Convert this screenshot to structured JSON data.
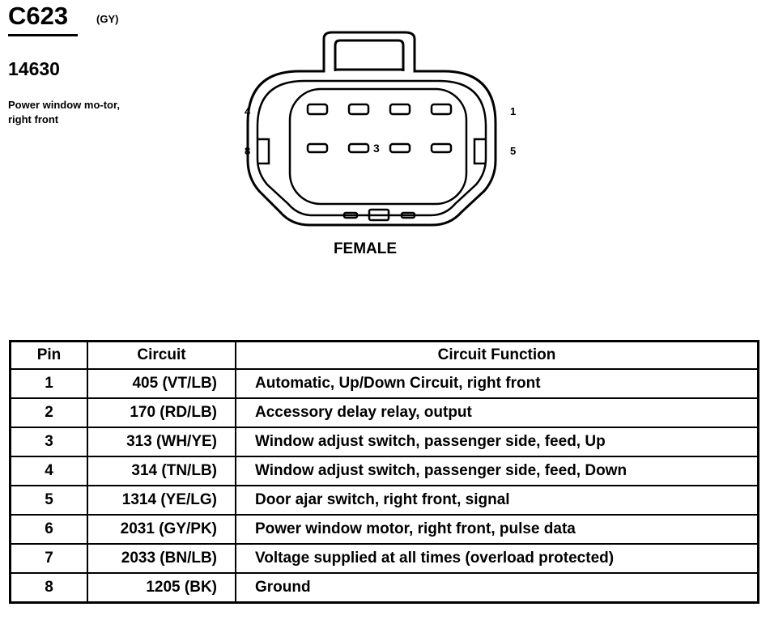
{
  "header": {
    "connector_id": "C623",
    "color_code": "(GY)",
    "part_number": "14630",
    "description": "Power window mo-tor, right front"
  },
  "connector": {
    "view_label": "FEMALE",
    "pin_labels": {
      "top_left": "4",
      "top_right": "1",
      "bottom_left": "8",
      "bottom_right": "5",
      "center": "3"
    }
  },
  "table": {
    "headers": {
      "pin": "Pin",
      "circuit": "Circuit",
      "function": "Circuit Function"
    },
    "rows": [
      {
        "pin": "1",
        "circuit": "405 (VT/LB)",
        "function": "Automatic, Up/Down Circuit, right front"
      },
      {
        "pin": "2",
        "circuit": "170 (RD/LB)",
        "function": "Accessory delay relay, output"
      },
      {
        "pin": "3",
        "circuit": "313 (WH/YE)",
        "function": "Window adjust switch, passenger side, feed, Up"
      },
      {
        "pin": "4",
        "circuit": "314 (TN/LB)",
        "function": "Window adjust switch, passenger side, feed, Down"
      },
      {
        "pin": "5",
        "circuit": "1314 (YE/LG)",
        "function": "Door ajar switch, right front, signal"
      },
      {
        "pin": "6",
        "circuit": "2031 (GY/PK)",
        "function": "Power window motor, right front, pulse data"
      },
      {
        "pin": "7",
        "circuit": "2033 (BN/LB)",
        "function": "Voltage supplied at all times (overload protected)"
      },
      {
        "pin": "8",
        "circuit": "1205 (BK)",
        "function": "Ground"
      }
    ]
  }
}
